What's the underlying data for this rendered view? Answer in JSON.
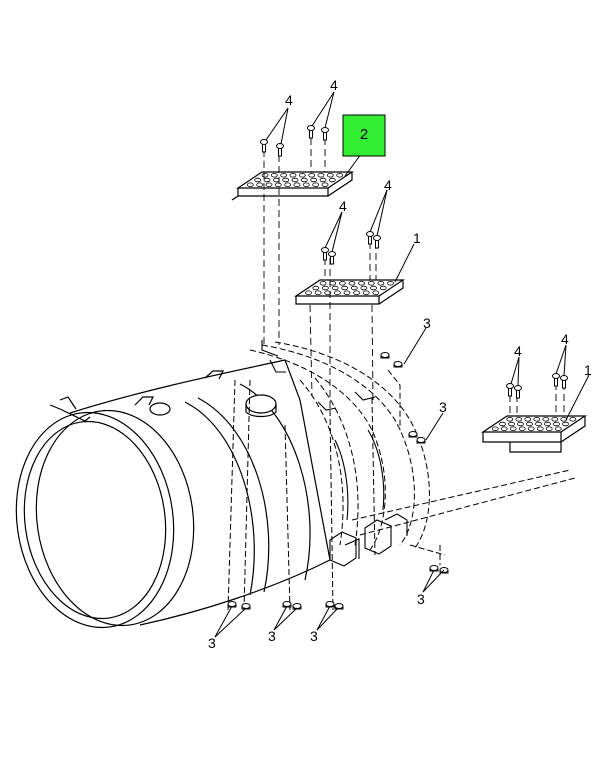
{
  "callouts": {
    "item_1": "1",
    "item_2": "2",
    "item_3": "3",
    "item_4": "4"
  },
  "highlight": {
    "label": "2",
    "color": "#33ee33"
  }
}
